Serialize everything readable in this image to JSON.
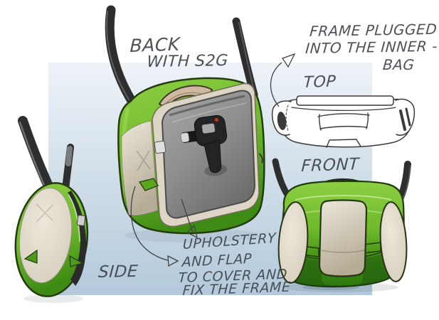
{
  "title": "Shoulder bag concept sketch with four annotated views",
  "views": {
    "back": {
      "label_line1": "BACK",
      "label_line2": "WITH S2G"
    },
    "top": {
      "label": "TOP"
    },
    "front": {
      "label": "FRONT"
    },
    "side": {
      "label": "SIDE"
    }
  },
  "notes": {
    "frame_line1": "FRAME PLUGGED",
    "frame_line2": "INTO THE INNER -",
    "frame_line3": "BAG",
    "upholstery_line1": "UPHOLSTERY",
    "upholstery_line2": "AND FLAP",
    "upholstery_line3": "TO COVER AND",
    "upholstery_line4": "FIX THE FRAME"
  },
  "colors": {
    "bag_green": "#6fbb2a",
    "bag_green_light": "#8ccf43",
    "bag_green_dark": "#3d8a14",
    "bag_green_deep": "#2e7a10",
    "cream_panel": "#d9d2c1",
    "cream_panel_light": "#ece7da",
    "cream_panel_dark": "#b5ac95",
    "flap_gray_light": "#a8a8a8",
    "flap_gray": "#8f8f8f",
    "flap_gray_dark": "#6c6c6c",
    "strap_dark": "#2e2e2e",
    "handle_tan": "#cdbaa1",
    "ink": "#3f444a",
    "line_dark": "#3b3b3b",
    "red_accent": "#c23718",
    "background_top": "#eef3f8",
    "background_mid": "#d0dee9",
    "background_bottom": "#b3c9db"
  }
}
